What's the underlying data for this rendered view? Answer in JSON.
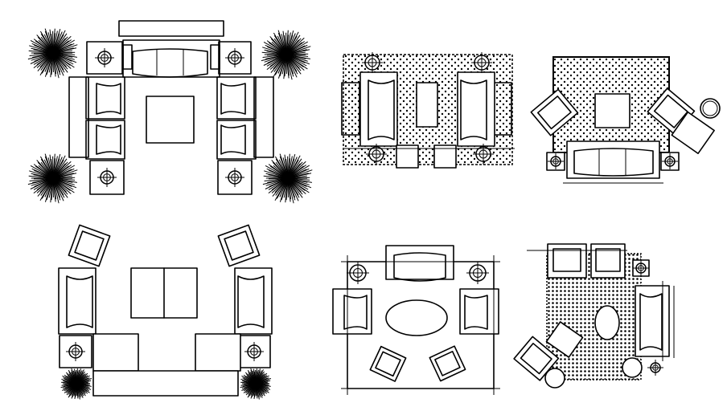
{
  "drawing": {
    "plans": [
      {
        "id": "plan-1"
      },
      {
        "id": "plan-2"
      },
      {
        "id": "plan-3"
      },
      {
        "id": "plan-4"
      },
      {
        "id": "plan-5"
      },
      {
        "id": "plan-6"
      }
    ],
    "colors": {
      "line": "#000000",
      "background": "#ffffff"
    },
    "icons": [
      "plant-icon",
      "lamp-table-icon",
      "armchair-icon",
      "sofa-icon",
      "coffee-table-icon",
      "rug-icon"
    ]
  }
}
